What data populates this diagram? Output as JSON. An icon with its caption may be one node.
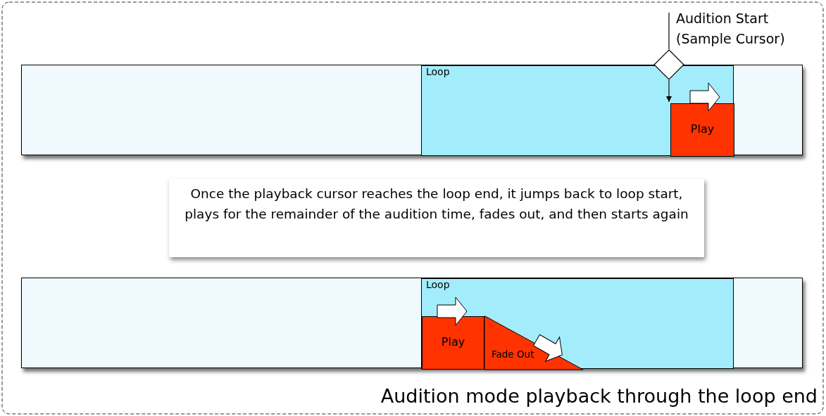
{
  "diagram": {
    "caption": "Audition mode playback through the loop end",
    "nodes": [
      {
        "text": [],
        "shape": "bar"
      },
      {
        "text": [
          "Loop"
        ],
        "in": 0
      },
      {
        "text": [
          "Play"
        ],
        "in": 1
      },
      {
        "text": [
          "Audition Start (Sample Cursor)"
        ]
      },
      {
        "text": [],
        "shape": "diamond"
      },
      {
        "text": [
          "Once the playback cursor reaches the loop end, it jumps back to loop start, plays for the remainder of the audition time, fades out, and then starts again"
        ]
      },
      {
        "text": [],
        "shape": "bar"
      },
      {
        "text": [
          "Loop"
        ],
        "in": 6
      },
      {
        "text": [
          "Play"
        ],
        "in": 7
      },
      {
        "text": [
          "Fade Out"
        ],
        "in": 7
      }
    ],
    "edges": [
      {
        "from": 3,
        "to": 4,
        "arrow": "none"
      },
      {
        "from": 4,
        "to": 2,
        "arrow": "to"
      }
    ]
  }
}
